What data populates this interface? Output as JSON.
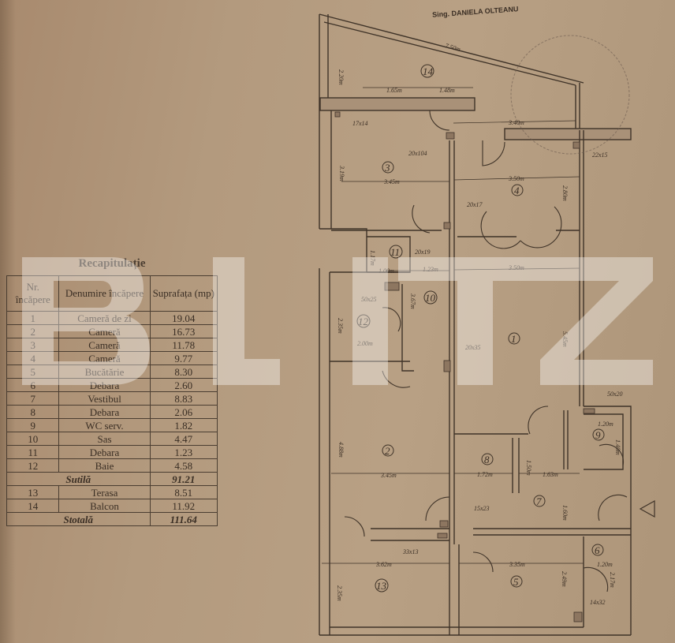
{
  "document": {
    "type": "floor-plan",
    "signature_text": "Sing. DANIELA OLTEANU",
    "watermark": "BLITZ",
    "compass_marker": "triangle"
  },
  "recap": {
    "title": "Recapitulație",
    "headers": {
      "nr": "Nr. încăpere",
      "name": "Denumire încăpere",
      "area": "Suprafața (mp)"
    },
    "rows": [
      {
        "nr": "1",
        "name": "Cameră de zi",
        "area": "19.04"
      },
      {
        "nr": "2",
        "name": "Cameră",
        "area": "16.73"
      },
      {
        "nr": "3",
        "name": "Cameră",
        "area": "11.78"
      },
      {
        "nr": "4",
        "name": "Cameră",
        "area": "9.77"
      },
      {
        "nr": "5",
        "name": "Bucătărie",
        "area": "8.30"
      },
      {
        "nr": "6",
        "name": "Debara",
        "area": "2.60"
      },
      {
        "nr": "7",
        "name": "Vestibul",
        "area": "8.83"
      },
      {
        "nr": "8",
        "name": "Debara",
        "area": "2.06"
      },
      {
        "nr": "9",
        "name": "WC serv.",
        "area": "1.82"
      },
      {
        "nr": "10",
        "name": "Sas",
        "area": "4.47"
      },
      {
        "nr": "11",
        "name": "Debara",
        "area": "1.23"
      },
      {
        "nr": "12",
        "name": "Baie",
        "area": "4.58"
      }
    ],
    "subtotal": {
      "label": "Sutilă",
      "value": "91.21"
    },
    "extra_rows": [
      {
        "nr": "13",
        "name": "Terasa",
        "area": "8.51"
      },
      {
        "nr": "14",
        "name": "Balcon",
        "area": "11.92"
      }
    ],
    "total": {
      "label": "Stotală",
      "value": "111.64"
    }
  },
  "plan": {
    "room_numbers": [
      "1",
      "2",
      "3",
      "4",
      "5",
      "6",
      "7",
      "8",
      "9",
      "10",
      "11",
      "12",
      "13",
      "14"
    ],
    "dimensions": {
      "balcony_diag": "7.50m",
      "balcony_h": "2.20m",
      "balcony_w1": "1.65m",
      "balcony_w2": "1.48m",
      "r4_top": "3.40m",
      "r3_w": "3.45m",
      "r3_h": "3.19m",
      "r4_w": "3.50m",
      "r4_h": "2.80m",
      "r11_w": "1.00m",
      "r11_h": "1.17m",
      "r10_w": "1.23m",
      "r1_w": "3.50m",
      "r10_h": "3.67m",
      "r12_w": "2.00m",
      "r12_h": "2.35m",
      "r1_h": "5.45m",
      "r2_w": "3.45m",
      "r2_h": "4.88m",
      "r8_w": "1.72m",
      "r8_h": "1.50m",
      "r7_w": "1.63m",
      "r7_h": "1.60m",
      "r9_w": "1.20m",
      "r9_h": "1.40m",
      "r13_w": "3.62m",
      "r13_h": "2.35m",
      "r5_w": "3.35m",
      "r5_h": "2.49m",
      "r6_w": "1.20m",
      "r6_h": "2.17m"
    },
    "ducts": {
      "d1": "17x14",
      "d2": "20x104",
      "d3": "22x15",
      "d4": "20x17",
      "d5": "20x19",
      "d6": "50x25",
      "d7": "20x35",
      "d8": "50x20",
      "d9": "15x23",
      "d10": "33x13",
      "d11": "14x32"
    }
  }
}
